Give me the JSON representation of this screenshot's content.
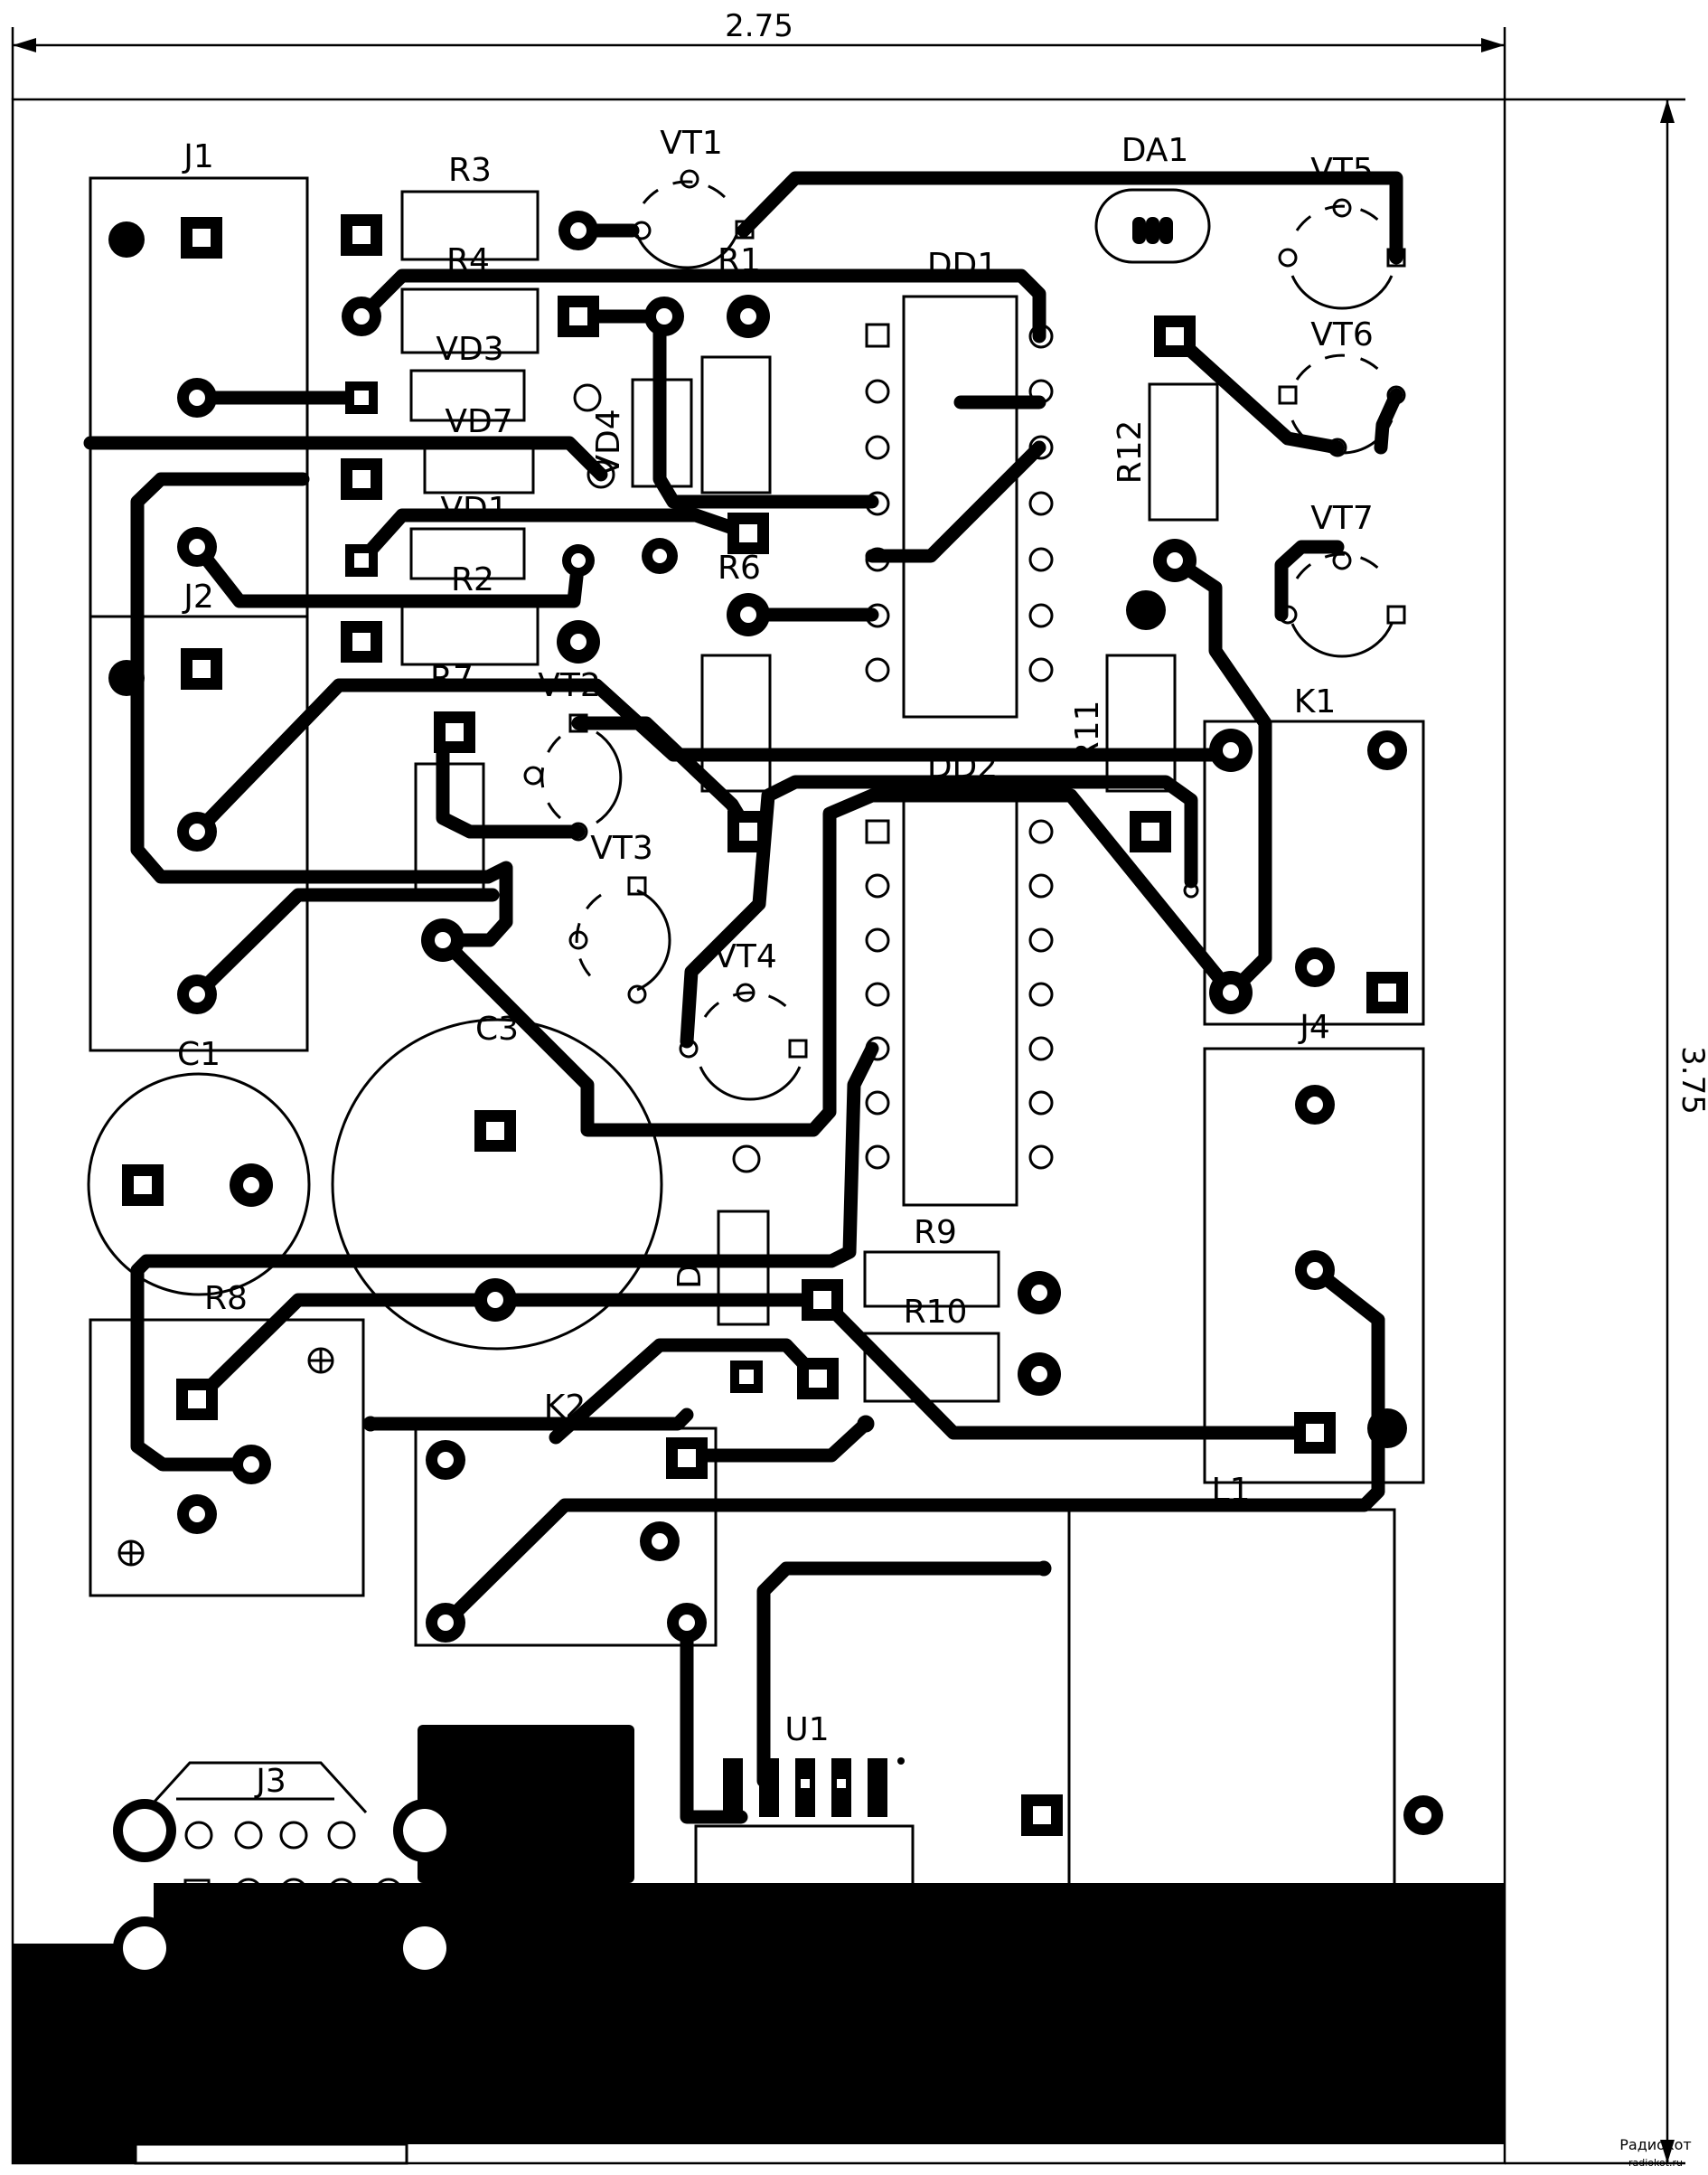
{
  "dimensions": {
    "width": "2.75",
    "height": "3.75"
  },
  "labels": {
    "J1": "J1",
    "J2": "J2",
    "J3": "J3",
    "J4": "J4",
    "R1": "R1",
    "R2": "R2",
    "R3": "R3",
    "R4": "R4",
    "R6": "R6",
    "R7": "R7",
    "R8": "R8",
    "R9": "R9",
    "R10": "R10",
    "R11": "R11",
    "R12": "R12",
    "VT1": "VT1",
    "VT2": "VT2",
    "VT3": "VT3",
    "VT4": "VT4",
    "VT5": "VT5",
    "VT6": "VT6",
    "VT7": "VT7",
    "VD1": "VD1",
    "VD3": "VD3",
    "VD4": "VD4",
    "VD7": "VD7",
    "DA1": "DA1",
    "DD1": "DD1",
    "DD2": "DD2",
    "C1": "C1",
    "C3": "C3",
    "K1": "K1",
    "K2": "K2",
    "L1": "L1",
    "U1": "U1",
    "D": "D"
  },
  "watermark": {
    "line1": "Радиокот",
    "line2": "radiokot.ru"
  }
}
